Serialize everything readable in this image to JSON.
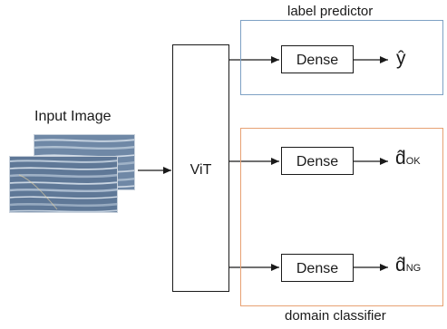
{
  "colors": {
    "label_predictor_border": "#7ea1c4",
    "domain_classifier_border": "#e7a173",
    "line": "#1a1a1a",
    "image_tint": "#5d7898"
  },
  "input": {
    "title": "Input Image",
    "image_icon": "wood-grain-image"
  },
  "backbone": {
    "label": "ViT"
  },
  "label_predictor": {
    "title": "label predictor",
    "dense_label": "Dense",
    "output_symbol": "ŷ"
  },
  "domain_classifier": {
    "title": "domain classifier",
    "heads": [
      {
        "dense_label": "Dense",
        "output_symbol": "d̂",
        "output_subscript": "OK"
      },
      {
        "dense_label": "Dense",
        "output_symbol": "d̂",
        "output_subscript": "NG"
      }
    ]
  }
}
